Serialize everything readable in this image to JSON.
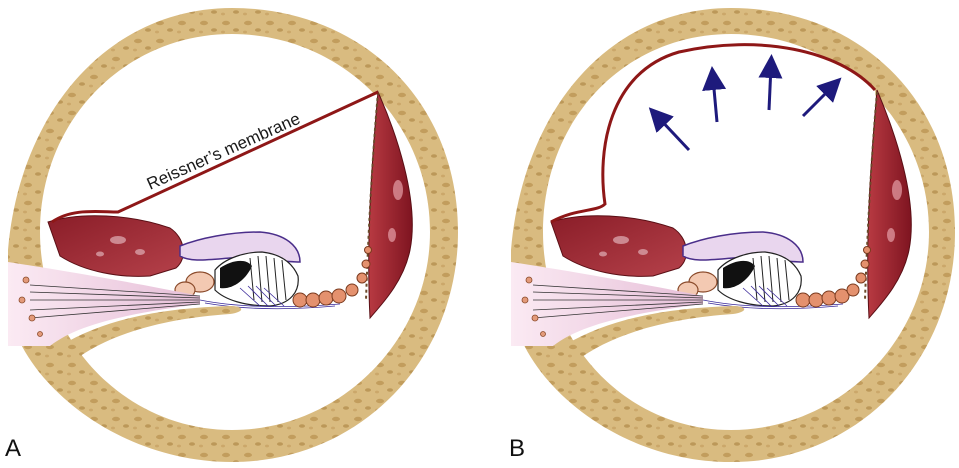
{
  "figure": {
    "panels": [
      {
        "letter": "A",
        "annotation": "Reissner’s membrane"
      },
      {
        "letter": "B"
      }
    ]
  },
  "colors": {
    "bone": "#d7b77a",
    "bone_dark": "#b99254",
    "membrane": "#8e1717",
    "stria": "#9a2130",
    "tectorial": "#e6d3ea",
    "nerve": "#f2d9ea",
    "arrow": "#1e1a7c",
    "cells": "#d98b6a"
  }
}
